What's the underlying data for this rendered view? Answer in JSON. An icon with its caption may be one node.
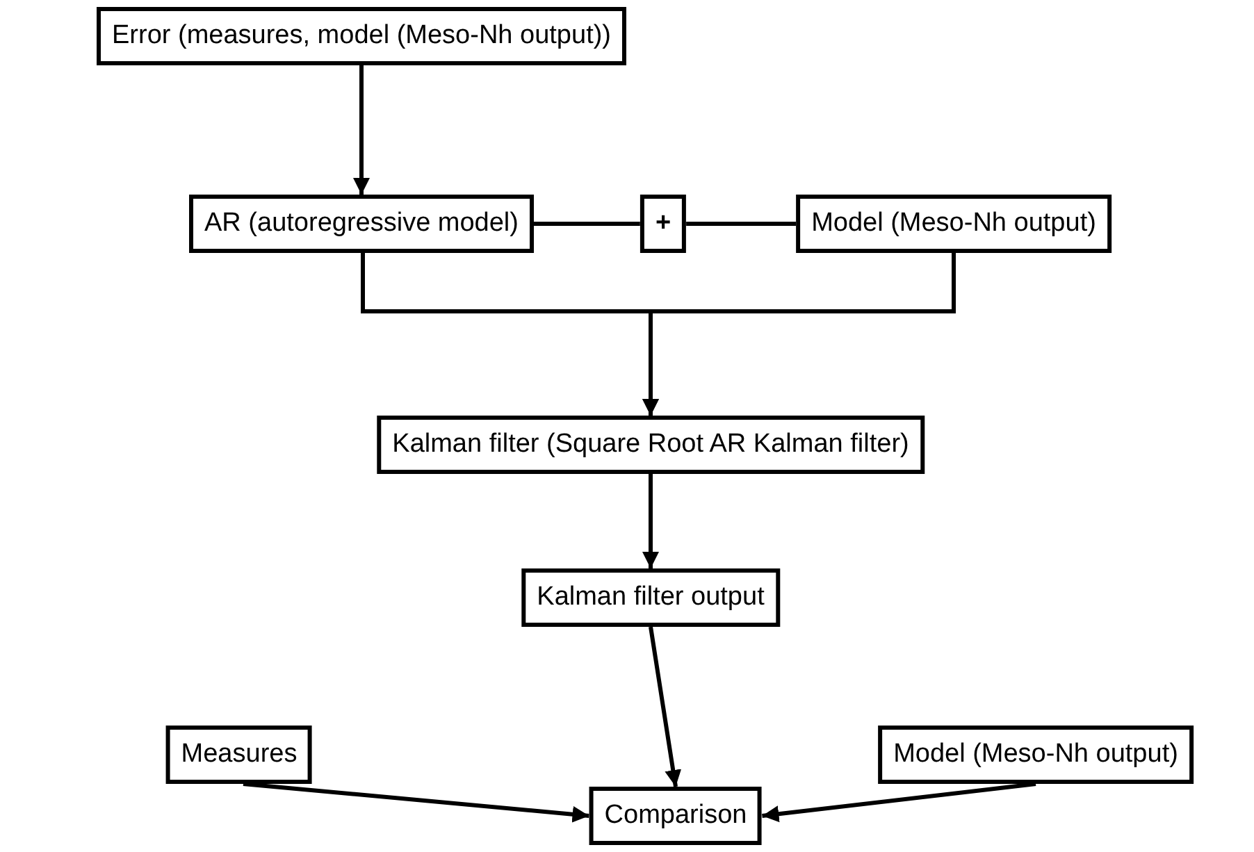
{
  "diagram": {
    "nodes": [
      {
        "text": [
          "Error (measures, model (Meso-Nh output))"
        ]
      },
      {
        "text": [
          "AR (autoregressive model)"
        ]
      },
      {
        "text": [
          "+"
        ]
      },
      {
        "text": [
          "Model (Meso-Nh output)"
        ]
      },
      {
        "text": [
          "Kalman filter (Square Root AR Kalman filter)"
        ]
      },
      {
        "text": [
          "Kalman filter output"
        ]
      },
      {
        "text": [
          "Measures"
        ]
      },
      {
        "text": [
          "Model (Meso-Nh output)"
        ]
      },
      {
        "text": [
          "Comparison"
        ]
      }
    ],
    "edges": [
      {
        "from": 0,
        "to": 1,
        "arrow": "to"
      },
      {
        "from": 1,
        "to": 2,
        "arrow": "none"
      },
      {
        "from": 2,
        "to": 3,
        "arrow": "none"
      },
      {
        "from": 1,
        "to": 4,
        "arrow": "to"
      },
      {
        "from": 3,
        "to": 4,
        "arrow": "to"
      },
      {
        "from": 4,
        "to": 5,
        "arrow": "to"
      },
      {
        "from": 5,
        "to": 8,
        "arrow": "to"
      },
      {
        "from": 6,
        "to": 8,
        "arrow": "to"
      },
      {
        "from": 7,
        "to": 8,
        "arrow": "to"
      }
    ]
  }
}
